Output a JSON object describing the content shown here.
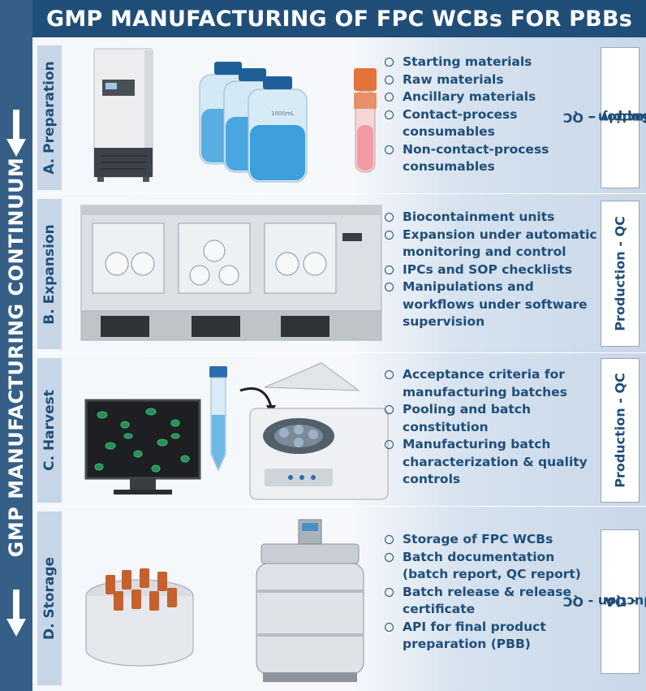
{
  "header": {
    "title": "GMP MANUFACTURING OF FPC WCBs FOR PBBs"
  },
  "sidebar": {
    "label": "GMP MANUFACTURING CONTINUUM"
  },
  "sections": [
    {
      "tab": "A. Preparation",
      "items": [
        "Starting materials",
        "Raw materials",
        "Ancillary materials",
        "Contact-process consumables",
        "Non-contact-process consumables"
      ],
      "roles": [
        "Supply -",
        "Production - QC"
      ],
      "bottle_label": "1000mL"
    },
    {
      "tab": "B. Expansion",
      "items": [
        "Biocontainment units",
        "Expansion under automatic monitoring and control",
        "IPCs and SOP checklists",
        "Manipulations and workflows under software supervision"
      ],
      "roles": [
        "Production - QC"
      ]
    },
    {
      "tab": "C. Harvest",
      "items": [
        "Acceptance criteria for manufacturing batches",
        "Pooling and batch constitution",
        "Manufacturing batch characterization & quality controls"
      ],
      "roles": [
        "Production - QC"
      ]
    },
    {
      "tab": "D. Storage",
      "items": [
        "Storage of FPC WCBs",
        "Batch documentation (batch report, QC report)",
        "Batch release & release certificate",
        "API for final product preparation (PBB)"
      ],
      "roles": [
        "Production - QC",
        "- QA"
      ]
    }
  ],
  "colors": {
    "navy": "#1f4e79",
    "bar": "#355f86",
    "tab": "#c7d6e6",
    "panel_light": "#f4f7fb",
    "panel_right": "#c9d7e8"
  }
}
